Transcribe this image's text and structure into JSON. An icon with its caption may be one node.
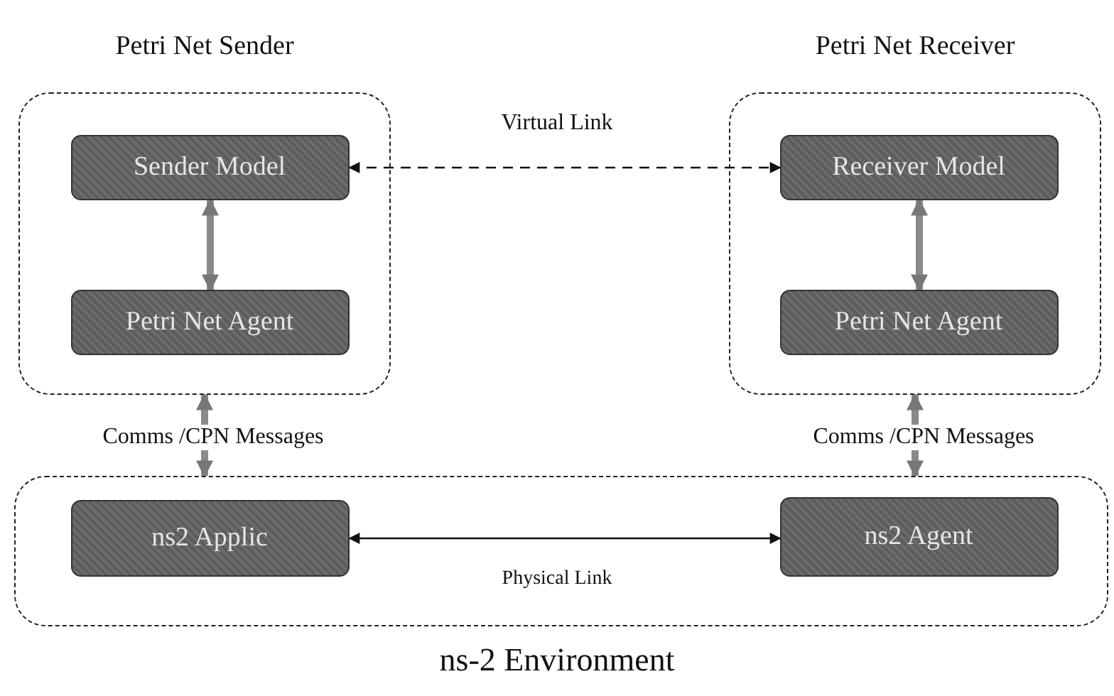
{
  "diagram": {
    "nodes": [
      {
        "text": [
          "Petri Net Sender"
        ]
      },
      {
        "text": [
          "Sender Model"
        ],
        "in": 0
      },
      {
        "text": [
          "Petri Net Agent"
        ],
        "in": 0
      },
      {
        "text": [
          "Petri Net Receiver"
        ]
      },
      {
        "text": [
          "Receiver Model"
        ],
        "in": 3
      },
      {
        "text": [
          "Petri Net Agent"
        ],
        "in": 3
      },
      {
        "text": [
          "ns-2 Environment"
        ]
      },
      {
        "text": [
          "ns2 Applic"
        ],
        "in": 6
      },
      {
        "text": [
          "ns2 Agent"
        ],
        "in": 6
      }
    ],
    "edges": [
      {
        "from": 1,
        "to": 2,
        "arrow": "both"
      },
      {
        "from": 4,
        "to": 5,
        "arrow": "both"
      },
      {
        "from": 1,
        "to": 4,
        "arrow": "both",
        "style": "dashed",
        "color": "#111111",
        "label": "Virtual Link"
      },
      {
        "from": 0,
        "to": 6,
        "arrow": "both",
        "label": "Comms /CPN Messages"
      },
      {
        "from": 3,
        "to": 6,
        "arrow": "both",
        "label": "Comms /CPN Messages"
      },
      {
        "from": 7,
        "to": 8,
        "arrow": "both",
        "color": "#111111",
        "label": "Physical Link"
      }
    ]
  }
}
